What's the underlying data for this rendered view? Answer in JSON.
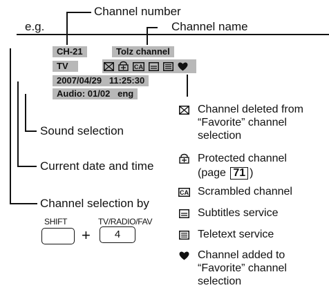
{
  "callouts": {
    "channel_number": "Channel number",
    "example": "e.g.",
    "channel_name": "Channel name",
    "sound_selection": "Sound selection",
    "current_date_time": "Current date and time",
    "channel_selection_by": "Channel selection by"
  },
  "osd": {
    "channel_number": "CH-21",
    "channel_name": "Tolz channel",
    "source": "TV",
    "datetime": "2007/04/29   11:25:30",
    "audio": "Audio: 01/02   eng",
    "background_color": "#b8b8b8",
    "icons": [
      "deleted-icon",
      "protected-icon",
      "scrambled-icon",
      "subtitles-icon",
      "teletext-icon",
      "heart-icon"
    ]
  },
  "legend": [
    {
      "icon": "deleted-icon",
      "lines": [
        "Channel deleted from",
        "“Favorite” channel",
        "selection"
      ]
    },
    {
      "icon": "protected-icon",
      "lines": [
        "Protected channel"
      ],
      "line2_prefix": "(page",
      "page_ref": "71",
      "line2_suffix": ")"
    },
    {
      "icon": "scrambled-icon",
      "lines": [
        "Scrambled channel"
      ]
    },
    {
      "icon": "subtitles-icon",
      "lines": [
        "Subtitles service"
      ]
    },
    {
      "icon": "teletext-icon",
      "lines": [
        "Teletext service"
      ]
    },
    {
      "icon": "heart-icon",
      "lines": [
        "Channel added to",
        "“Favorite” channel",
        "selection"
      ]
    }
  ],
  "keys": {
    "shift_label": "SHIFT",
    "tv_radio_fav_label": "TV/RADIO/FAV",
    "plus": "+",
    "number_key": "4"
  }
}
